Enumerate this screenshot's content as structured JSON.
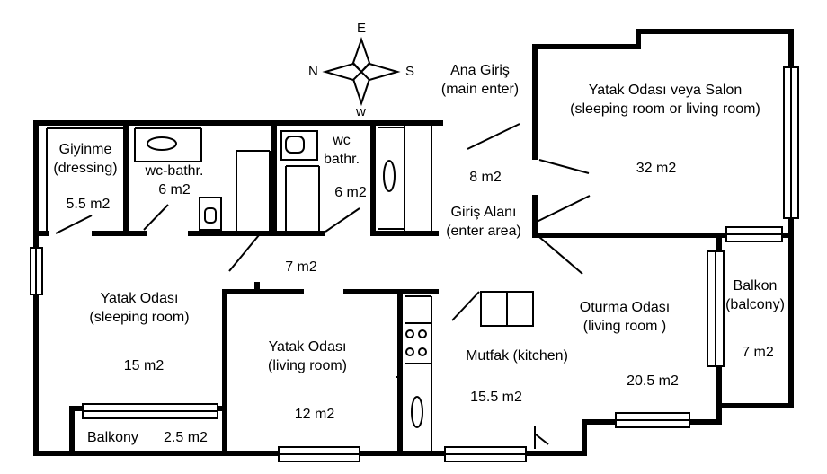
{
  "compass": {
    "north": "N",
    "south": "S",
    "east": "E",
    "west": "w"
  },
  "rooms": {
    "main_enter": {
      "line1": "Ana Giriş",
      "line2": "(main enter)"
    },
    "big_room": {
      "line1": "Yatak Odası veya Salon",
      "line2": "(sleeping room or living room)",
      "area": "32 m2"
    },
    "corridor_top": {
      "area": "8 m2"
    },
    "enter_area": {
      "line1": "Giriş Alanı",
      "line2": "(enter area)"
    },
    "dressing": {
      "line1": "Giyinme",
      "line2": "(dressing)",
      "area": "5.5 m2"
    },
    "wc_bath_1": {
      "line1": "wc-bathr.",
      "area": "6 m2"
    },
    "wc_bath_2": {
      "line1": "wc",
      "line2": "bathr.",
      "area": "6 m2"
    },
    "hall": {
      "area": "7 m2"
    },
    "sleeping_room": {
      "line1": "Yatak Odası",
      "line2": "(sleeping room)",
      "area": "15 m2"
    },
    "small_room": {
      "line1": "Yatak Odası",
      "line2": "(living room)",
      "area": "12 m2"
    },
    "kitchen": {
      "line1": "Mutfak (kitchen)",
      "area": "15.5 m2"
    },
    "living_room": {
      "line1": "Oturma Odası",
      "line2": "(living room )",
      "area": "20.5 m2"
    },
    "balcony_right": {
      "line1": "Balkon",
      "line2": "(balcony)",
      "area": "7 m2"
    },
    "balcony_left": {
      "line1": "Balkony",
      "area": "2.5 m2"
    }
  }
}
